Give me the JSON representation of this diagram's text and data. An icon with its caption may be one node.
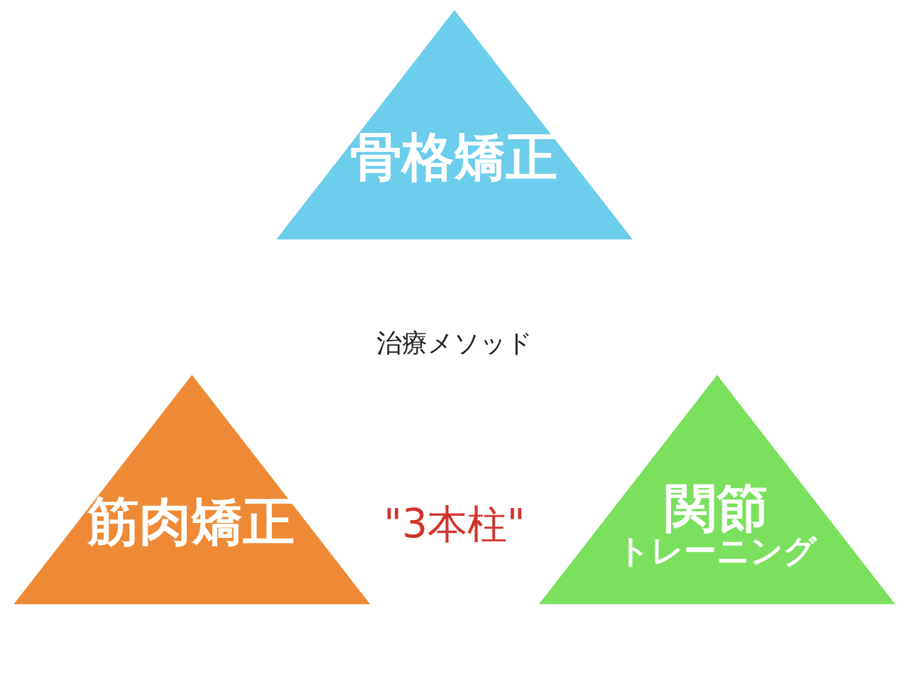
{
  "diagram": {
    "nodes": [
      {
        "text": [
          "骨格矯正"
        ]
      },
      {
        "text": [
          "筋肉矯正"
        ]
      },
      {
        "text": [
          "関節",
          "トレーニング"
        ]
      }
    ],
    "labels": [
      "治療メソッド",
      "\"3本柱\""
    ]
  }
}
